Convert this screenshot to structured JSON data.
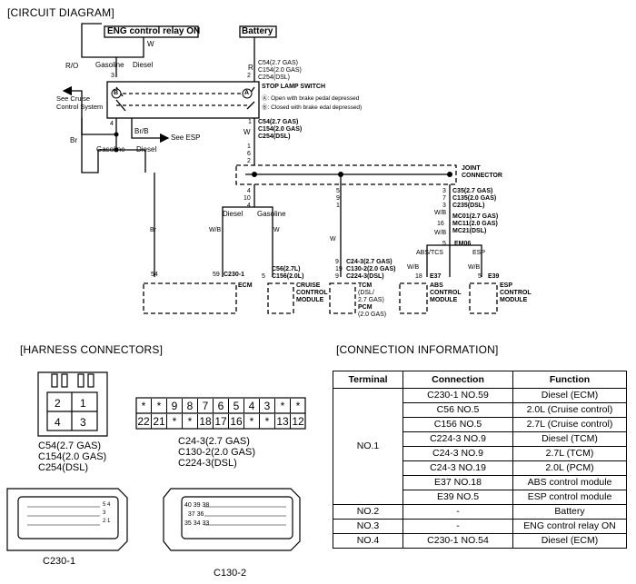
{
  "sections": {
    "circuit": "[CIRCUIT DIAGRAM]",
    "harness": "[HARNESS CONNECTORS]",
    "connection": "[CONNECTION INFORMATION]"
  },
  "diagram": {
    "eng_relay": "ENG control relay ON",
    "battery": "Battery",
    "stop_lamp_title": "STOP LAMP SWITCH",
    "stop_lamp_a": "Open with brake pedal depressed",
    "stop_lamp_b": "Closed with brake edal depressed)",
    "see_cruise_1": "See Cruise",
    "see_cruise_2": "Control System",
    "see_esp": "See ESP",
    "joint_1": "JOINT",
    "joint_2": "CONNECTOR",
    "wire_w": "W",
    "wire_r": "R",
    "wire_ro": "R/O",
    "wire_br": "Br",
    "wire_brb": "Br/B",
    "wire_wb": "W/B",
    "gasoline": "Gasoline",
    "diesel": "Diesel",
    "abs_tcs": "ABS/TCS",
    "esp": "ESP",
    "c54_top": [
      "C54(2.7 GAS)",
      "C154(2.0 GAS)",
      "C254(DSL)"
    ],
    "c54_bot": [
      "C54(2.7 GAS)",
      "C154(2.0 GAS)",
      "C254(DSL)"
    ],
    "c35": [
      "C35(2.7 GAS)",
      "C135(2.0 GAS)",
      "C235(DSL)"
    ],
    "mc01": [
      "MC01(2.7 GAS)",
      "MC11(2.0 GAS)",
      "MC21(DSL)"
    ],
    "em06": "EM06",
    "c24_3": [
      "C24-3(2.7 GAS)",
      "C130-2(2.0 GAS)",
      "C224-3(DSL)"
    ],
    "c56": [
      "C56(2.7L)",
      "C156(2.0L)"
    ],
    "c230": "C230-1",
    "ecm": "ECM",
    "cruise_mod": [
      "CRUISE",
      "CONTROL",
      "MODULE"
    ],
    "tcm_mod": [
      "TCM",
      "(DSL/",
      "2.7 GAS)",
      "PCM",
      "(2.0 GAS)"
    ],
    "abs_mod": [
      "ABS",
      "CONTROL",
      "MODULE"
    ],
    "esp_mod": [
      "ESP",
      "CONTROL",
      "MODULE"
    ],
    "e37": "E37",
    "e39": "E39",
    "pins": {
      "p3": "3",
      "p2": "2",
      "p4": "4",
      "p1": "1",
      "p6": "6",
      "js_a": [
        "4",
        "10",
        "4"
      ],
      "js_b": [
        "5",
        "9",
        "1"
      ],
      "js_c": [
        "3",
        "7",
        "3"
      ],
      "p16": "16",
      "p5": "5",
      "p54": "54",
      "p59": "59",
      "tcm_pins": [
        "9",
        "19",
        "9"
      ],
      "p18": "18"
    },
    "sw_a": "A",
    "sw_b": "B"
  },
  "harness": {
    "conn1_pins": [
      "2",
      "1",
      "4",
      "3"
    ],
    "conn1_label": [
      "C54(2.7 GAS)",
      "C154(2.0 GAS)",
      "C254(DSL)"
    ],
    "conn2_top": [
      "*",
      "*",
      "9",
      "8",
      "7",
      "6",
      "5",
      "4",
      "3",
      "*",
      "*"
    ],
    "conn2_bot": [
      "22",
      "21",
      "*",
      "*",
      "18",
      "17",
      "16",
      "*",
      "*",
      "13",
      "12"
    ],
    "conn2_label": [
      "C24-3(2.7 GAS)",
      "C130-2(2.0 GAS)",
      "C224-3(DSL)"
    ],
    "c230_label": "C230-1",
    "c230_pins": [
      "5",
      "4",
      "3",
      "2",
      "1"
    ],
    "c130_label": "C130-2",
    "c130_pins": [
      "40",
      "39",
      "38",
      "37",
      "36",
      "35",
      "34",
      "33"
    ]
  },
  "table": {
    "headers": [
      "Terminal",
      "Connection",
      "Function"
    ],
    "no1": "NO.1",
    "rows1": [
      [
        "C230-1 NO.59",
        "Diesel (ECM)"
      ],
      [
        "C56 NO.5",
        "2.0L (Cruise control)"
      ],
      [
        "C156 NO.5",
        "2.7L (Cruise control)"
      ],
      [
        "C224-3 NO.9",
        "Diesel (TCM)"
      ],
      [
        "C24-3 NO.9",
        "2.7L (TCM)"
      ],
      [
        "C24-3 NO.19",
        "2.0L (PCM)"
      ],
      [
        "E37 NO.18",
        "ABS control module"
      ],
      [
        "E39 NO.5",
        "ESP control module"
      ]
    ],
    "rows2": [
      [
        "NO.2",
        "-",
        "Battery"
      ],
      [
        "NO.3",
        "-",
        "ENG control relay ON"
      ],
      [
        "NO.4",
        "C230-1 NO.54",
        "Diesel (ECM)"
      ]
    ]
  }
}
